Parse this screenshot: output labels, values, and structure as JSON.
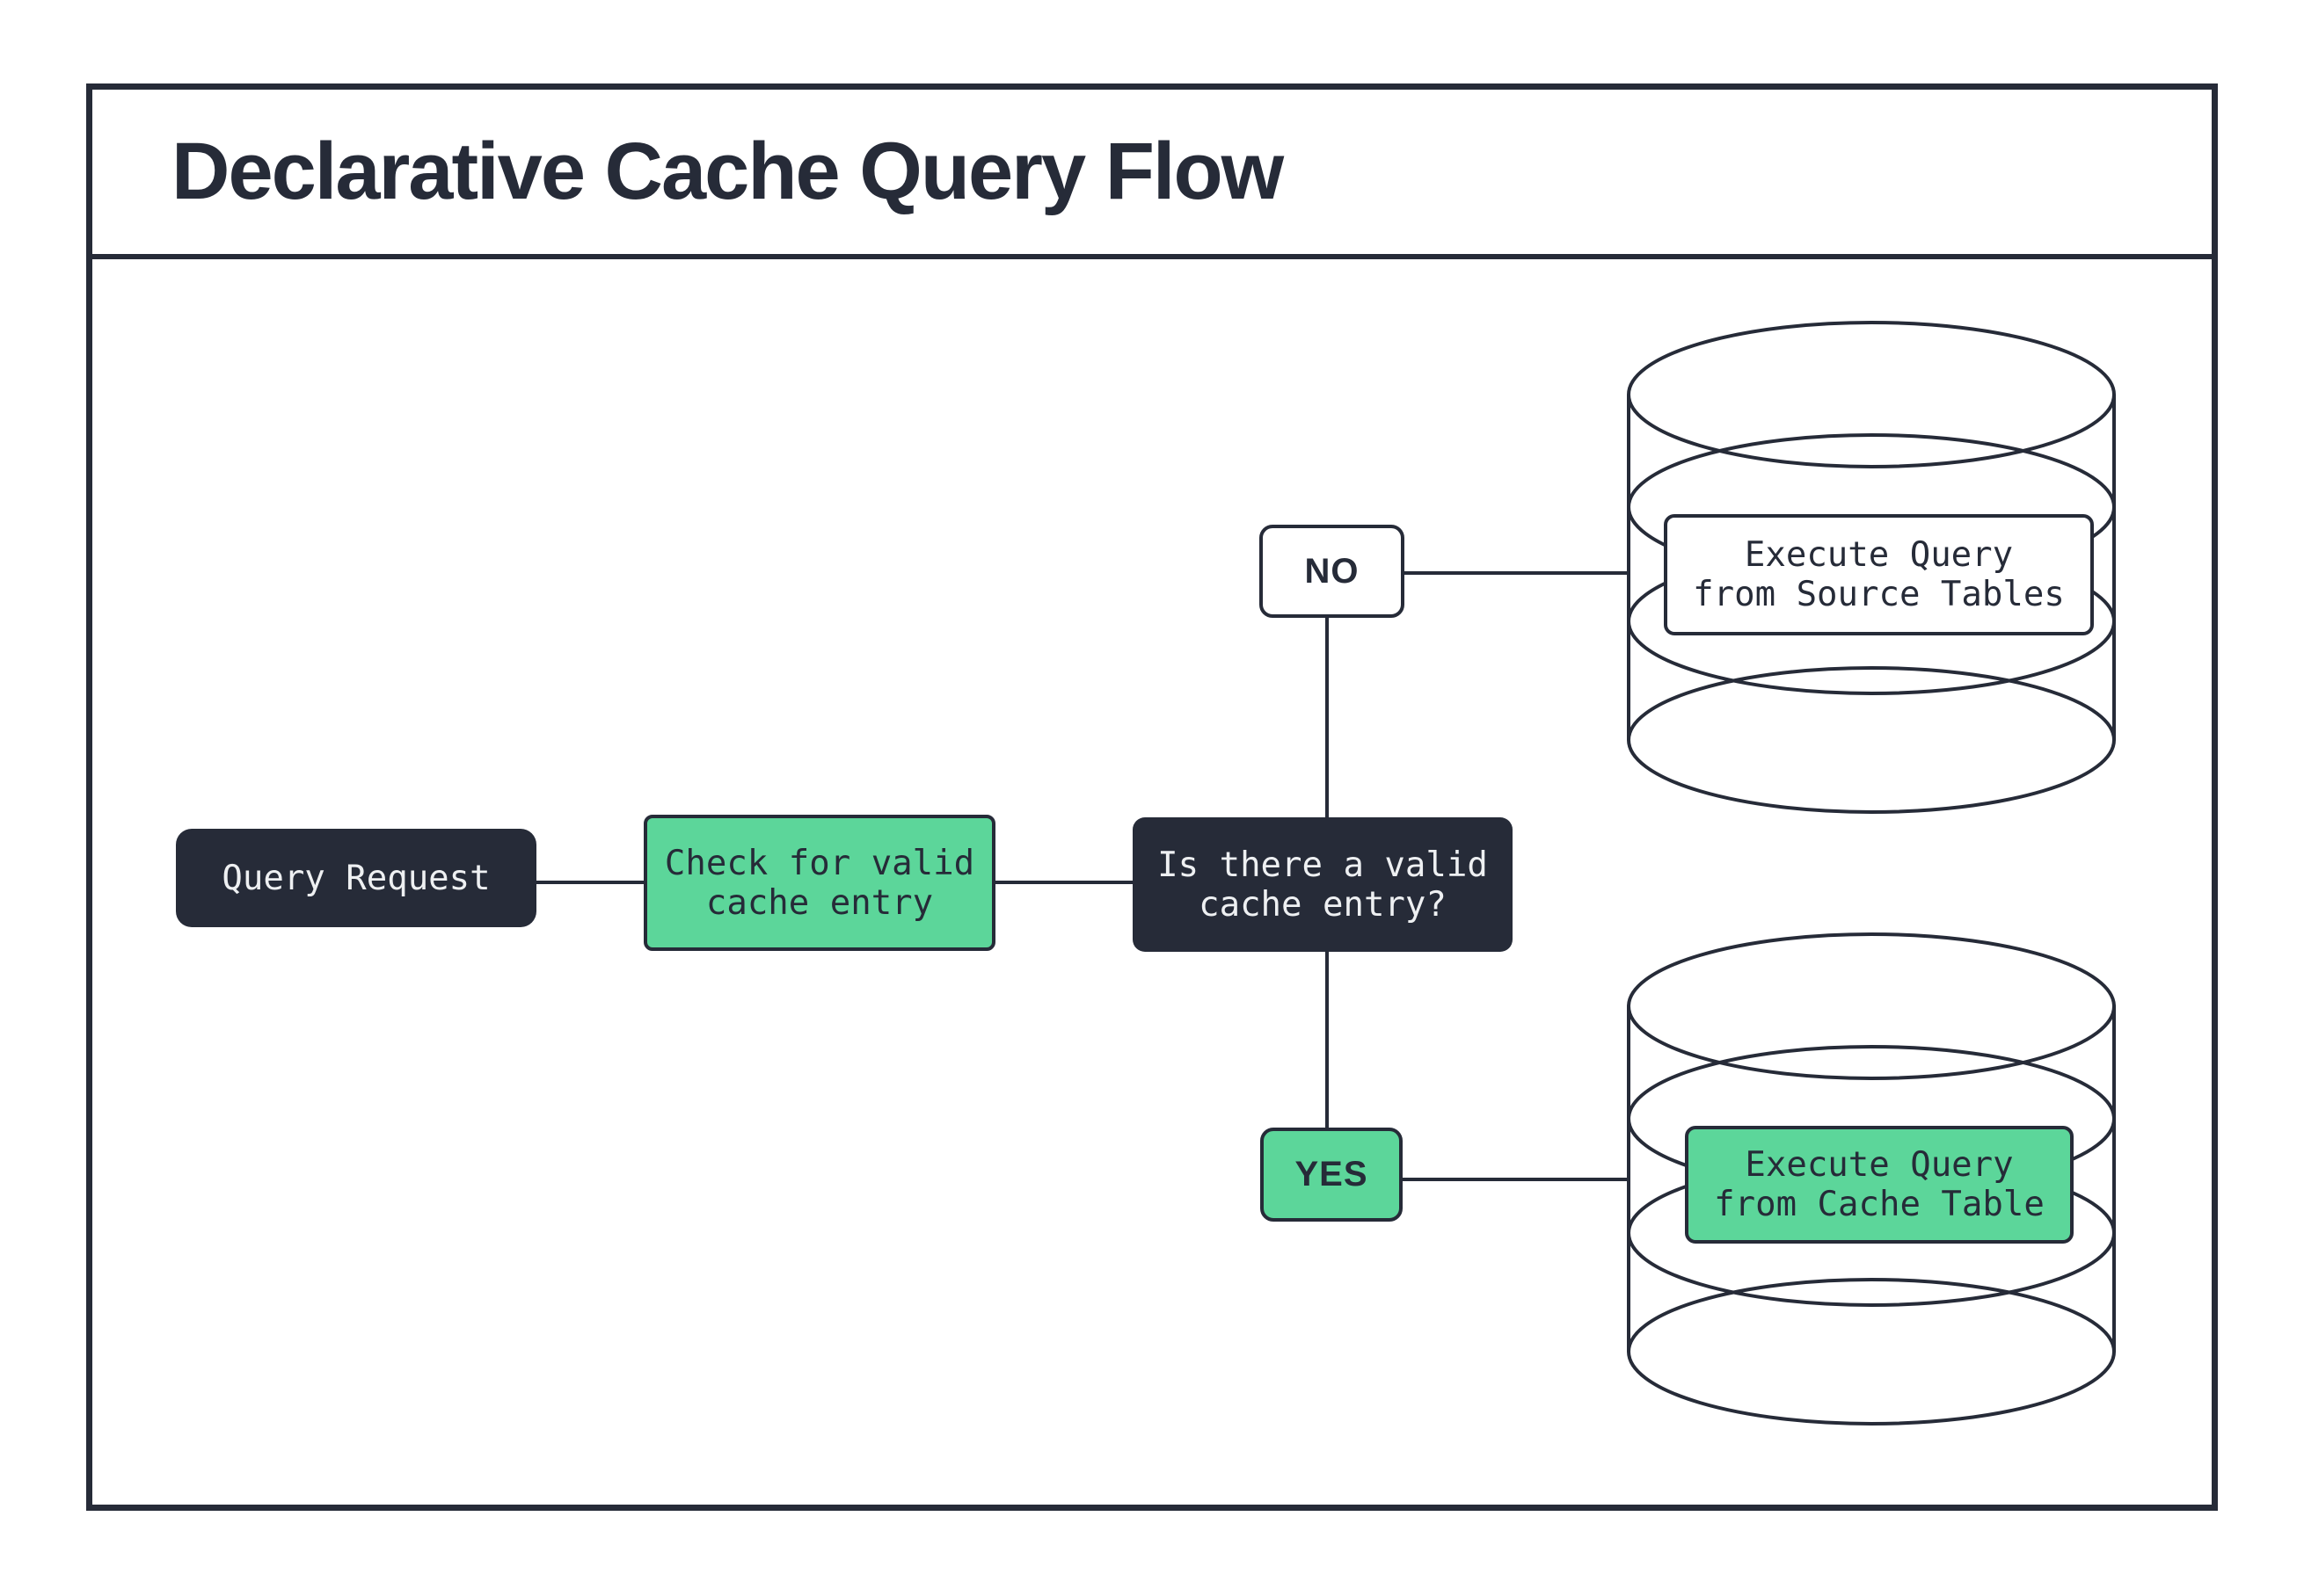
{
  "title": "Declarative Cache Query Flow",
  "colors": {
    "ink": "#262b38",
    "green": "#5cd69a",
    "paper": "#ffffff",
    "light_text": "#eef0f2"
  },
  "flow": {
    "query_request": {
      "label": "Query Request"
    },
    "check_cache": {
      "line1": "Check for valid",
      "line2": "cache entry"
    },
    "decision": {
      "line1": "Is there a valid",
      "line2": "cache entry?"
    },
    "branch_no": {
      "label": "NO"
    },
    "branch_yes": {
      "label": "YES"
    },
    "source_db": {
      "line1": "Execute Query",
      "line2": "from Source Tables"
    },
    "cache_db": {
      "line1": "Execute Query",
      "line2": "from Cache Table"
    }
  }
}
